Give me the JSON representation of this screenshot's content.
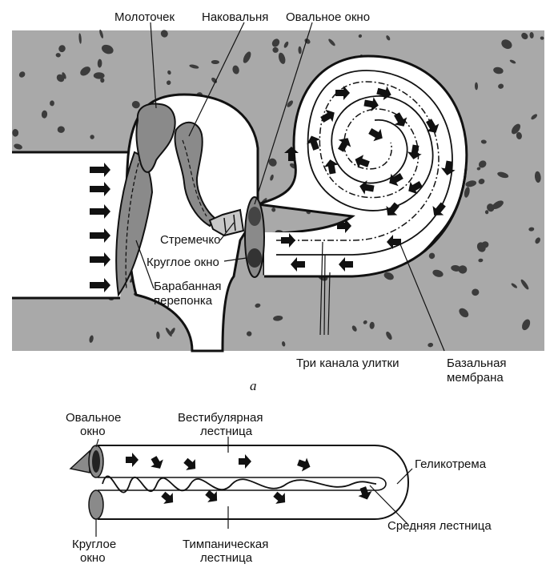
{
  "diagram_a": {
    "labels": {
      "hammer": "Молоточек",
      "anvil": "Наковальня",
      "oval_window": "Овальное окно",
      "stirrup": "Стремечко",
      "round_window": "Круглое окно",
      "eardrum_line1": "Барабанная",
      "eardrum_line2": "перепонка",
      "three_canals": "Три канала улитки",
      "basilar_line1": "Базальная",
      "basilar_line2": "мембрана"
    },
    "caption": "а"
  },
  "diagram_b": {
    "labels": {
      "oval_window_line1": "Овальное",
      "oval_window_line2": "окно",
      "vestibular_line1": "Вестибулярная",
      "vestibular_line2": "лестница",
      "helicotrema": "Геликотрема",
      "middle_scala": "Средняя лестница",
      "round_window_line1": "Круглое",
      "round_window_line2": "окно",
      "tympanic_line1": "Тимпаническая",
      "tympanic_line2": "лестница"
    }
  },
  "colors": {
    "bone": "#a9a9a9",
    "bone_spot": "#3c3c3c",
    "cavity": "#ffffff",
    "ossicle": "#8a8a8a",
    "outline": "#111111"
  },
  "icons": [
    "sound-arrow-icon",
    "fluid-flow-arrow-icon"
  ]
}
